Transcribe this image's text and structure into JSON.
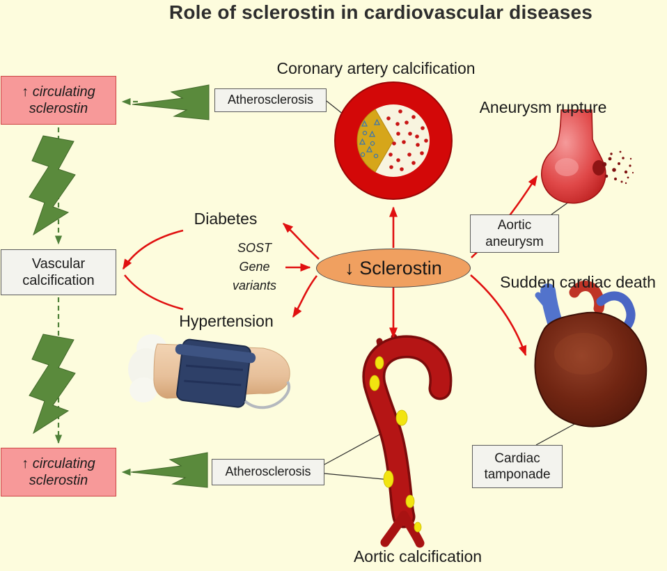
{
  "title": "Role of sclerostin in cardiovascular diseases",
  "central_node": {
    "label": "↓ Sclerostin"
  },
  "labels": {
    "coronary_artery_calcification": "Coronary artery calcification",
    "aneurysm_rupture": "Aneurysm rupture",
    "sudden_cardiac_death": "Sudden cardiac death",
    "aortic_calcification": "Aortic calcification",
    "diabetes": "Diabetes",
    "hypertension": "Hypertension",
    "sost_gene_variants": "SOST\nGene\nvariants"
  },
  "boxes": {
    "circulating_sclerostin_top": "↑ circulating\nsclerostin",
    "circulating_sclerostin_bottom": "↑ circulating\nsclerostin",
    "vascular_calcification": "Vascular\ncalcification",
    "atherosclerosis_top": "Atherosclerosis",
    "atherosclerosis_bottom": "Atherosclerosis",
    "aortic_aneurysm": "Aortic\naneurysm",
    "cardiac_tamponade": "Cardiac\ntamponade"
  },
  "colors": {
    "background": "#fdfcdd",
    "pink_box": "#f79999",
    "pink_box_border": "#cc4444",
    "gray_box": "#f3f3ee",
    "gray_box_border": "#5a5a5a",
    "sclerostin_ellipse": "#f0a060",
    "red_arrow": "#e01010",
    "green_bolt": "#5a8a3c",
    "artery_red": "#d30808",
    "plaque_yellow": "#d6a61a",
    "calcification_yellow": "#f2e410"
  }
}
